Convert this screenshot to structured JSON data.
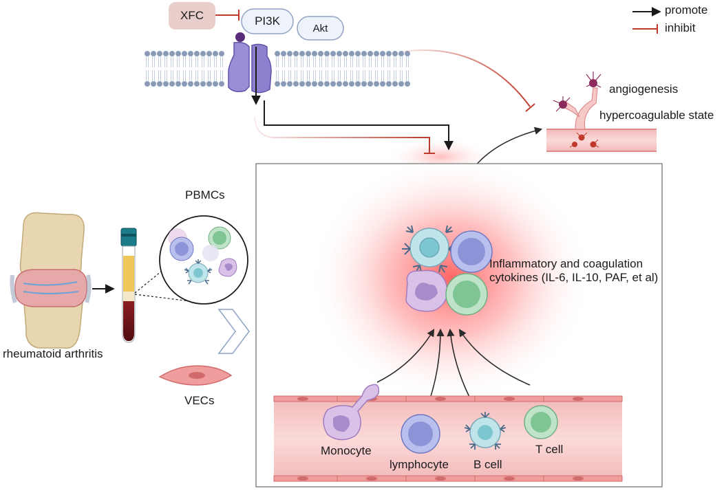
{
  "legend": {
    "promote": "promote",
    "inhibit": "inhibit"
  },
  "signaling": {
    "xfc": "XFC",
    "pi3k": "PI3K",
    "akt": "Akt"
  },
  "left": {
    "disease": "rheumatoid arthritis",
    "pbmcs": "PBMCs",
    "vecs": "VECs"
  },
  "outcomes": {
    "angiogenesis": "angiogenesis",
    "hypercoagulable": "hypercoagulable state"
  },
  "cytokines": {
    "line1": "Inflammatory and  coagulation",
    "line2": "cytokines (IL-6, IL-10, PAF, et al)"
  },
  "cells": {
    "monocyte": "Monocyte",
    "lymphocyte": "lymphocyte",
    "bcell": "B cell",
    "tcell": "T cell"
  },
  "colors": {
    "promote": "#1a1a1a",
    "inhibit": "#c0392b",
    "vessel": "#f6c9c9",
    "membrane": "#8a9bb8",
    "receptor": "#9b8ed6"
  }
}
